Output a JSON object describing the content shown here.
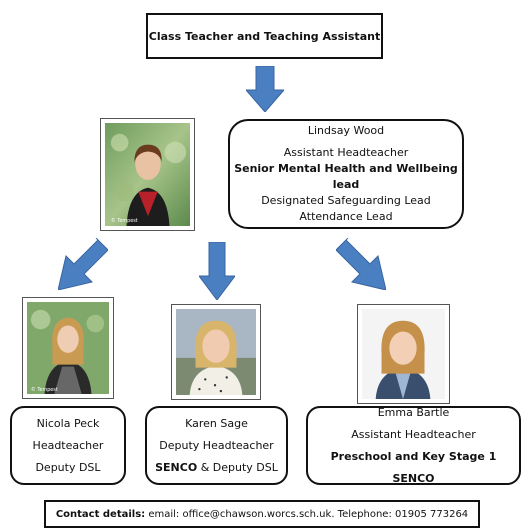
{
  "title": "Class Teacher and Teaching Assistant",
  "lindsay": {
    "name": "Lindsay Wood",
    "role1": "Assistant Headteacher",
    "role2": "Senior Mental Health and Wellbeing lead",
    "role3": "Designated Safeguarding Lead",
    "role4": "Attendance Lead"
  },
  "nicola": {
    "name": "Nicola Peck",
    "role1": "Headteacher",
    "role2": "Deputy DSL"
  },
  "karen": {
    "name": "Karen Sage",
    "role1": "Deputy Headteacher",
    "role2_bold": "SENCO",
    "role2_rest": " & Deputy DSL"
  },
  "emma": {
    "name": "Emma Bartle",
    "role1": "Assistant Headteacher",
    "role2": "Preschool and Key Stage 1 SENCO"
  },
  "contact": {
    "label": "Contact details:",
    "text": " email: office@chawson.worcs.sch.uk. Telephone: 01905 773264"
  },
  "photo_watermark": "© Tempest",
  "colors": {
    "arrow": "#4a7fc1",
    "arrow_edge": "#3a65a0",
    "border": "#111111"
  }
}
